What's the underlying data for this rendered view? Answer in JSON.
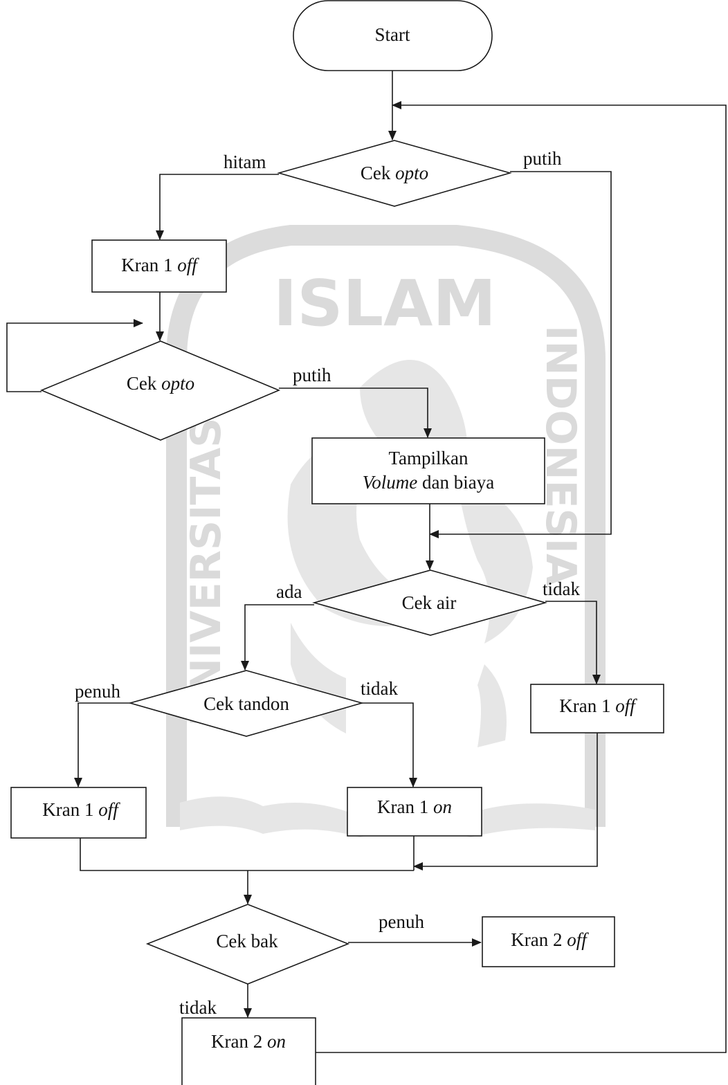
{
  "watermark": {
    "top_text": "ISLAM",
    "left_text": "UNIVERSITAS",
    "right_text": "INDONESIA",
    "bottom_script": "arabic-calligraphy",
    "emblem": "uii-logo"
  },
  "nodes": {
    "start": "Start",
    "cek_opto_1_plain": "Cek ",
    "cek_opto_1_italic": "opto",
    "kran1_off_a_plain": "Kran 1 ",
    "kran1_off_a_italic": "off",
    "cek_opto_2_plain": "Cek ",
    "cek_opto_2_italic": "opto",
    "tampilkan_line1": "Tampilkan",
    "tampilkan_line2_italic": "Volume",
    "tampilkan_line2_plain": " dan biaya",
    "cek_air": "Cek air",
    "cek_tandon": "Cek tandon",
    "kran1_off_b_plain": "Kran 1 ",
    "kran1_off_b_italic": "off",
    "kran1_off_c_plain": "Kran 1 ",
    "kran1_off_c_italic": "off",
    "kran1_on_plain": "Kran 1 ",
    "kran1_on_italic": "on",
    "cek_bak": "Cek bak",
    "kran2_off_plain": "Kran 2 ",
    "kran2_off_italic": "off",
    "kran2_on_plain": "Kran 2 ",
    "kran2_on_italic": "on"
  },
  "edge_labels": {
    "hitam": "hitam",
    "putih_1": "putih",
    "putih_2": "putih",
    "ada": "ada",
    "tidak_air": "tidak",
    "penuh_tandon": "penuh",
    "tidak_tandon": "tidak",
    "penuh_bak": "penuh",
    "tidak_bak": "tidak"
  }
}
